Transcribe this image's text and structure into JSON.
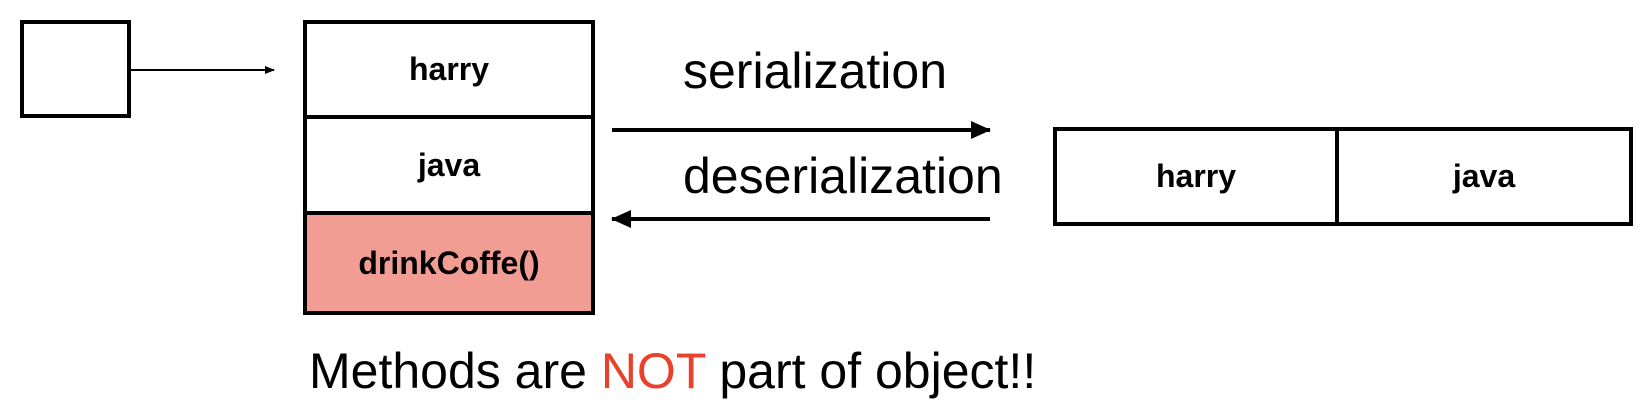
{
  "object": {
    "fields": [
      "harry",
      "java"
    ],
    "method": "drinkCoffe()"
  },
  "serialized": {
    "fields": [
      "harry",
      "java"
    ]
  },
  "labels": {
    "serialization": "serialization",
    "deserialization": "deserialization"
  },
  "note": {
    "before": "Methods are ",
    "highlight": "NOT",
    "after": " part of object!!"
  },
  "colors": {
    "method_fill": "#f29d94",
    "highlight_text": "#e8412c",
    "stroke": "#000000"
  }
}
